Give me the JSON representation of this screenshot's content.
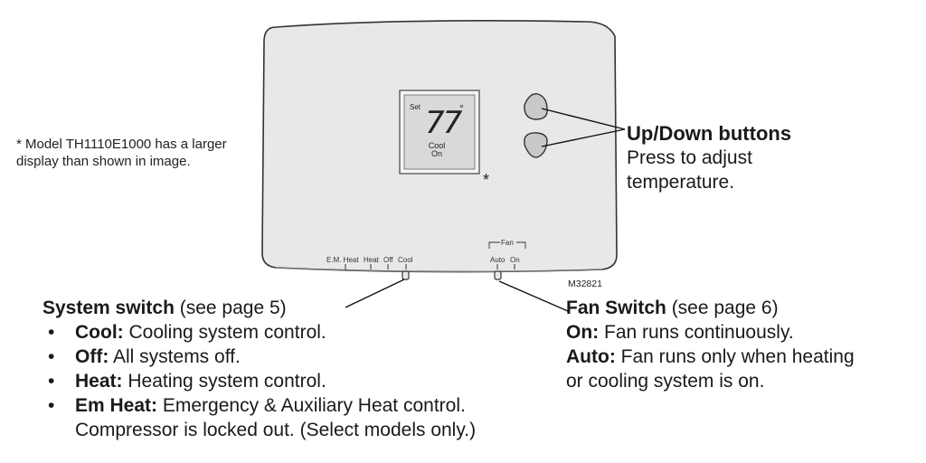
{
  "thermostat": {
    "display": {
      "set_label": "Set",
      "temperature": "77",
      "degree": "°",
      "mode_line1": "Cool",
      "mode_line2": "On"
    },
    "asterisk": "*",
    "system_switch_labels": [
      "E.M. Heat",
      "Heat",
      "Off",
      "Cool"
    ],
    "fan_label": "Fan",
    "fan_switch_labels": [
      "Auto",
      "On"
    ],
    "model_code": "M32821"
  },
  "note": "* Model TH1110E1000 has a larger display than shown in image.",
  "updown": {
    "title": "Up/Down buttons",
    "desc_line1": "Press to adjust",
    "desc_line2": "temperature."
  },
  "system_switch": {
    "title": "System switch",
    "ref": " (see page 5)",
    "items": [
      {
        "bullet": "•",
        "term": "Cool:",
        "desc": " Cooling system control."
      },
      {
        "bullet": "•",
        "term": "Off:",
        "desc": " All systems off."
      },
      {
        "bullet": "•",
        "term": "Heat:",
        "desc": " Heating system control."
      },
      {
        "bullet": "•",
        "term": "Em Heat:",
        "desc": " Emergency & Auxiliary Heat control.",
        "cont": "Compressor is locked out. (Select models only.)"
      }
    ]
  },
  "fan_switch": {
    "title": "Fan Switch",
    "ref": " (see page 6)",
    "on_term": "On:",
    "on_desc": " Fan runs continuously.",
    "auto_term": "Auto:",
    "auto_desc": " Fan runs only when heating",
    "auto_desc2": "or cooling system is on."
  }
}
